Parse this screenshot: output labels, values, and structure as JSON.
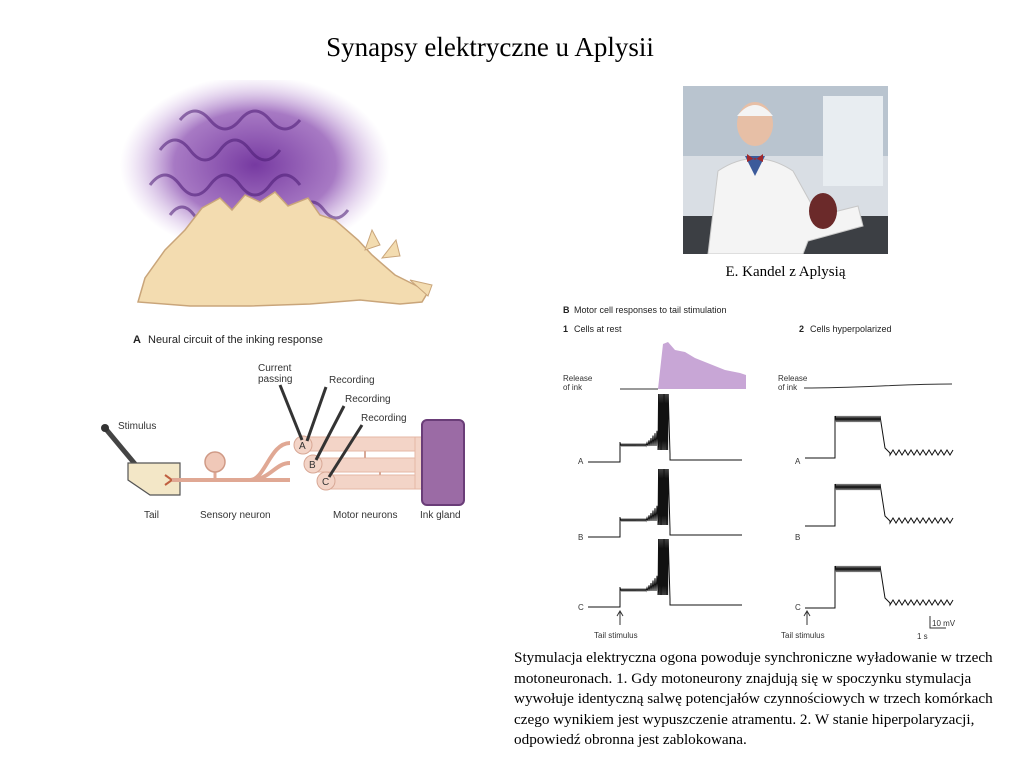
{
  "slide": {
    "title": "Synapsy elektryczne u Aplysii",
    "photo_caption": "E. Kandel z Aplysią",
    "description": "Stymulacja elektryczna ogona powoduje synchroniczne wyładowanie w trzech motoneuronach. 1. Gdy motoneurony znajdują się w spoczynku stymulacja wywołuje identyczną salwę potencjałów czynnościowych w trzech komórkach czego wynikiem jest wypuszczenie atramentu. 2. W stanie hiperpolaryzacji, odpowiedź obronna jest zablokowana."
  },
  "panel_a": {
    "letter": "A",
    "title": "Neural circuit of the inking response",
    "labels": {
      "stimulus": "Stimulus",
      "current_passing_1": "Current",
      "current_passing_2": "passing",
      "recording_1": "Recording",
      "recording_2": "Recording",
      "recording_3": "Recording",
      "tail": "Tail",
      "sensory_neuron": "Sensory neuron",
      "motor_neurons": "Motor neurons",
      "ink_gland": "Ink gland",
      "cell_a": "A",
      "cell_b": "B",
      "cell_c": "C"
    },
    "colors": {
      "neuron": "#e8bfae",
      "ink_gland": "#9b6ba5",
      "tail": "#f3e7c7",
      "ink_cloud": "#8a4db0"
    }
  },
  "panel_b": {
    "letter": "B",
    "title": "Motor cell responses to tail stimulation",
    "col1": {
      "num": "1",
      "title": "Cells at rest"
    },
    "col2": {
      "num": "2",
      "title": "Cells hyperpolarized"
    },
    "release_1": "Release",
    "release_2": "of ink",
    "trace_a": "A",
    "trace_b": "B",
    "trace_c": "C",
    "tail_stimulus": "Tail stimulus",
    "scale_mv": "10 mV",
    "scale_s": "1 s",
    "colors": {
      "ink_release": "#c8a6d6"
    }
  }
}
